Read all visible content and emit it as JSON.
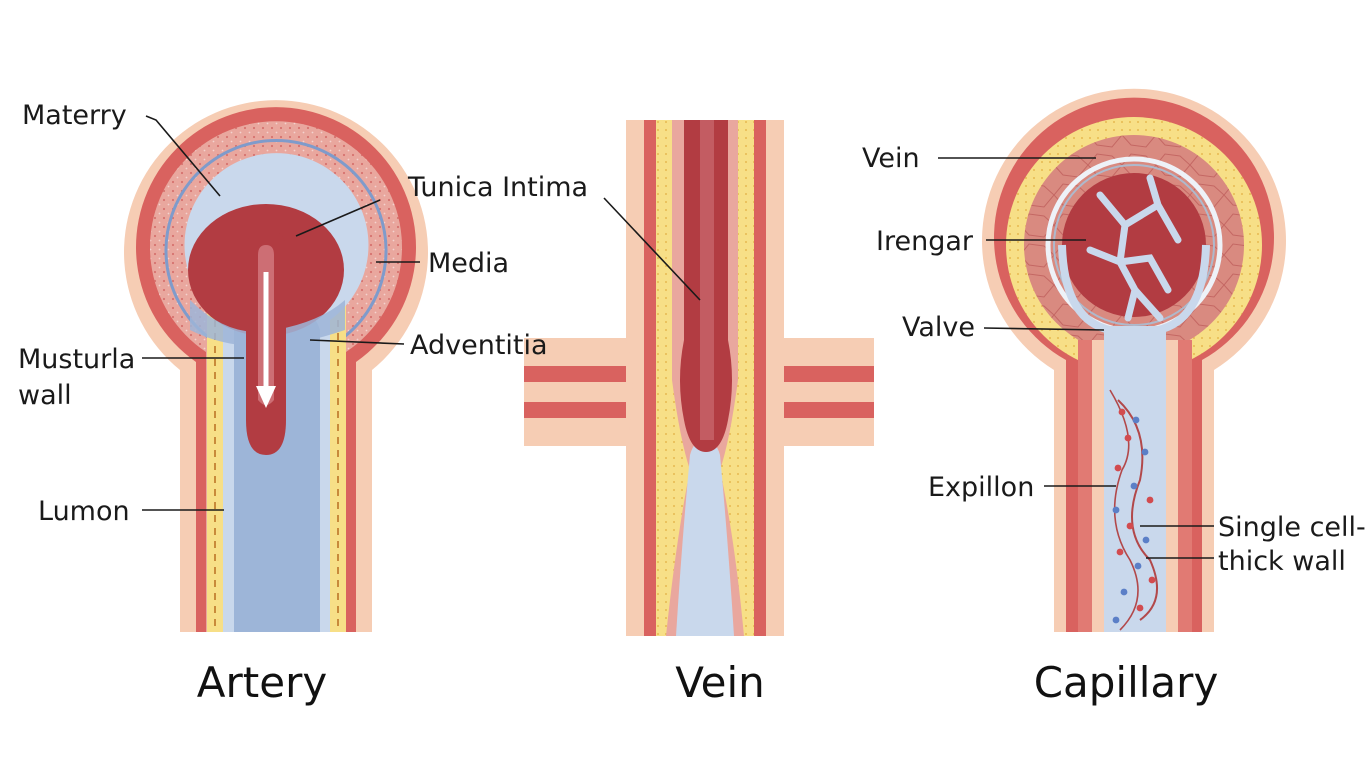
{
  "colors": {
    "outer_skin": "#f6cdb4",
    "muscle_red": "#d9625f",
    "muscle_dark": "#c9504f",
    "media_pink": "#e9a79e",
    "yellow_layer": "#f7df87",
    "intima_blue": "#c9d8ec",
    "lumen_blue": "#9db5d8",
    "blood": "#b23c42",
    "blood_light": "#d8838a",
    "cell_red": "#d24b4f",
    "cell_blue": "#5b7fc7"
  },
  "artery": {
    "caption": "Artery",
    "labels": {
      "materry": "Materry",
      "tunica_intima": "Tunica Intima",
      "media": "Media",
      "adventitia": "Adventitia",
      "muscular_wall_line1": "Musturla",
      "muscular_wall_line2": "wall",
      "lumen": "Lumon"
    }
  },
  "vein": {
    "caption": "Vein"
  },
  "capillary": {
    "caption": "Capillary",
    "labels": {
      "vein": "Vein",
      "irengar": "Irengar",
      "valve": "Valve",
      "expillon": "Expillon",
      "single_cell_line1": "Single cell-",
      "single_cell_line2": "thick wall"
    }
  }
}
